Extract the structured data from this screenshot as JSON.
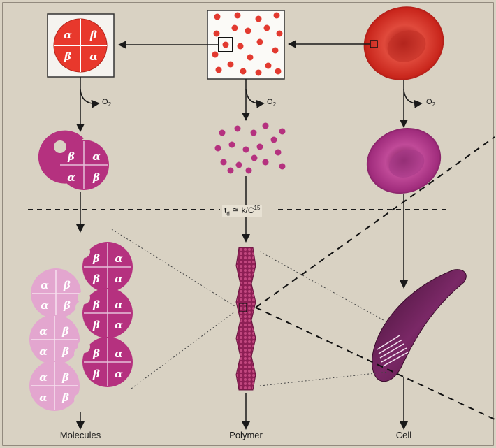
{
  "captions": {
    "molecules": "Molecules",
    "polymer": "Polymer",
    "cell": "Cell"
  },
  "oxygen": {
    "symbol": "O",
    "subscript": "2"
  },
  "delay_equation": {
    "t": "t",
    "t_sub": "d",
    "approx": " ≅ k/C",
    "exponent": "15"
  },
  "subunits": {
    "alpha": "α",
    "beta": "β"
  },
  "colors": {
    "oxygenated_red": "#e8382c",
    "deoxy_magenta": "#b5317f",
    "polymer_maroon": "#8e1f55",
    "light_pink": "#e3a6cf",
    "sickle_purple": "#5c1848",
    "background": "#d9d2c3"
  }
}
